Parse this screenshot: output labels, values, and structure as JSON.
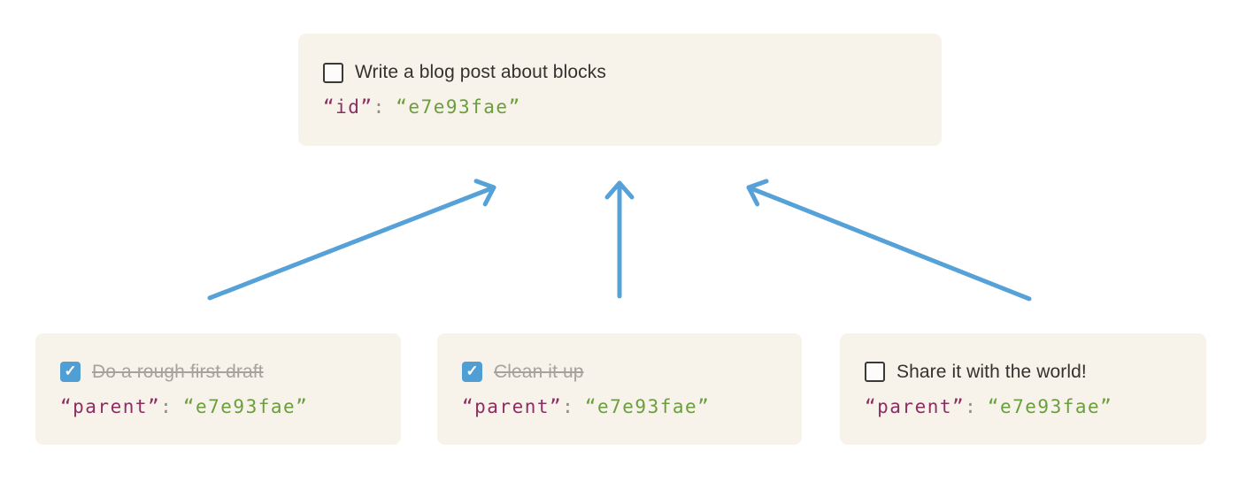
{
  "colors": {
    "page_bg": "#ffffff",
    "card_bg": "#f7f2ea",
    "title_text": "#34322e",
    "done_text": "#a6a39e",
    "code_key": "#8b2f62",
    "code_punct": "#8f8d89",
    "code_value": "#6b9e3d",
    "checkbox_border": "#3b3935",
    "checkbox_checked_bg": "#4f9fd5",
    "checkbox_check": "#ffffff",
    "arrow": "#55a1d8"
  },
  "icons": {
    "checkmark": "✓"
  },
  "parent_card": {
    "checked": false,
    "title": "Write a blog post about blocks",
    "code": {
      "key": "“id”",
      "separator": ":",
      "value": "“e7e93fae”"
    }
  },
  "child_cards": [
    {
      "checked": true,
      "title": "Do a rough first draft",
      "code": {
        "key": "“parent”",
        "separator": ":",
        "value": "“e7e93fae”"
      }
    },
    {
      "checked": true,
      "title": "Clean it up",
      "code": {
        "key": "“parent”",
        "separator": ":",
        "value": "“e7e93fae”"
      }
    },
    {
      "checked": false,
      "title": "Share it with the world!",
      "code": {
        "key": "“parent”",
        "separator": ":",
        "value": "“e7e93fae”"
      }
    }
  ]
}
